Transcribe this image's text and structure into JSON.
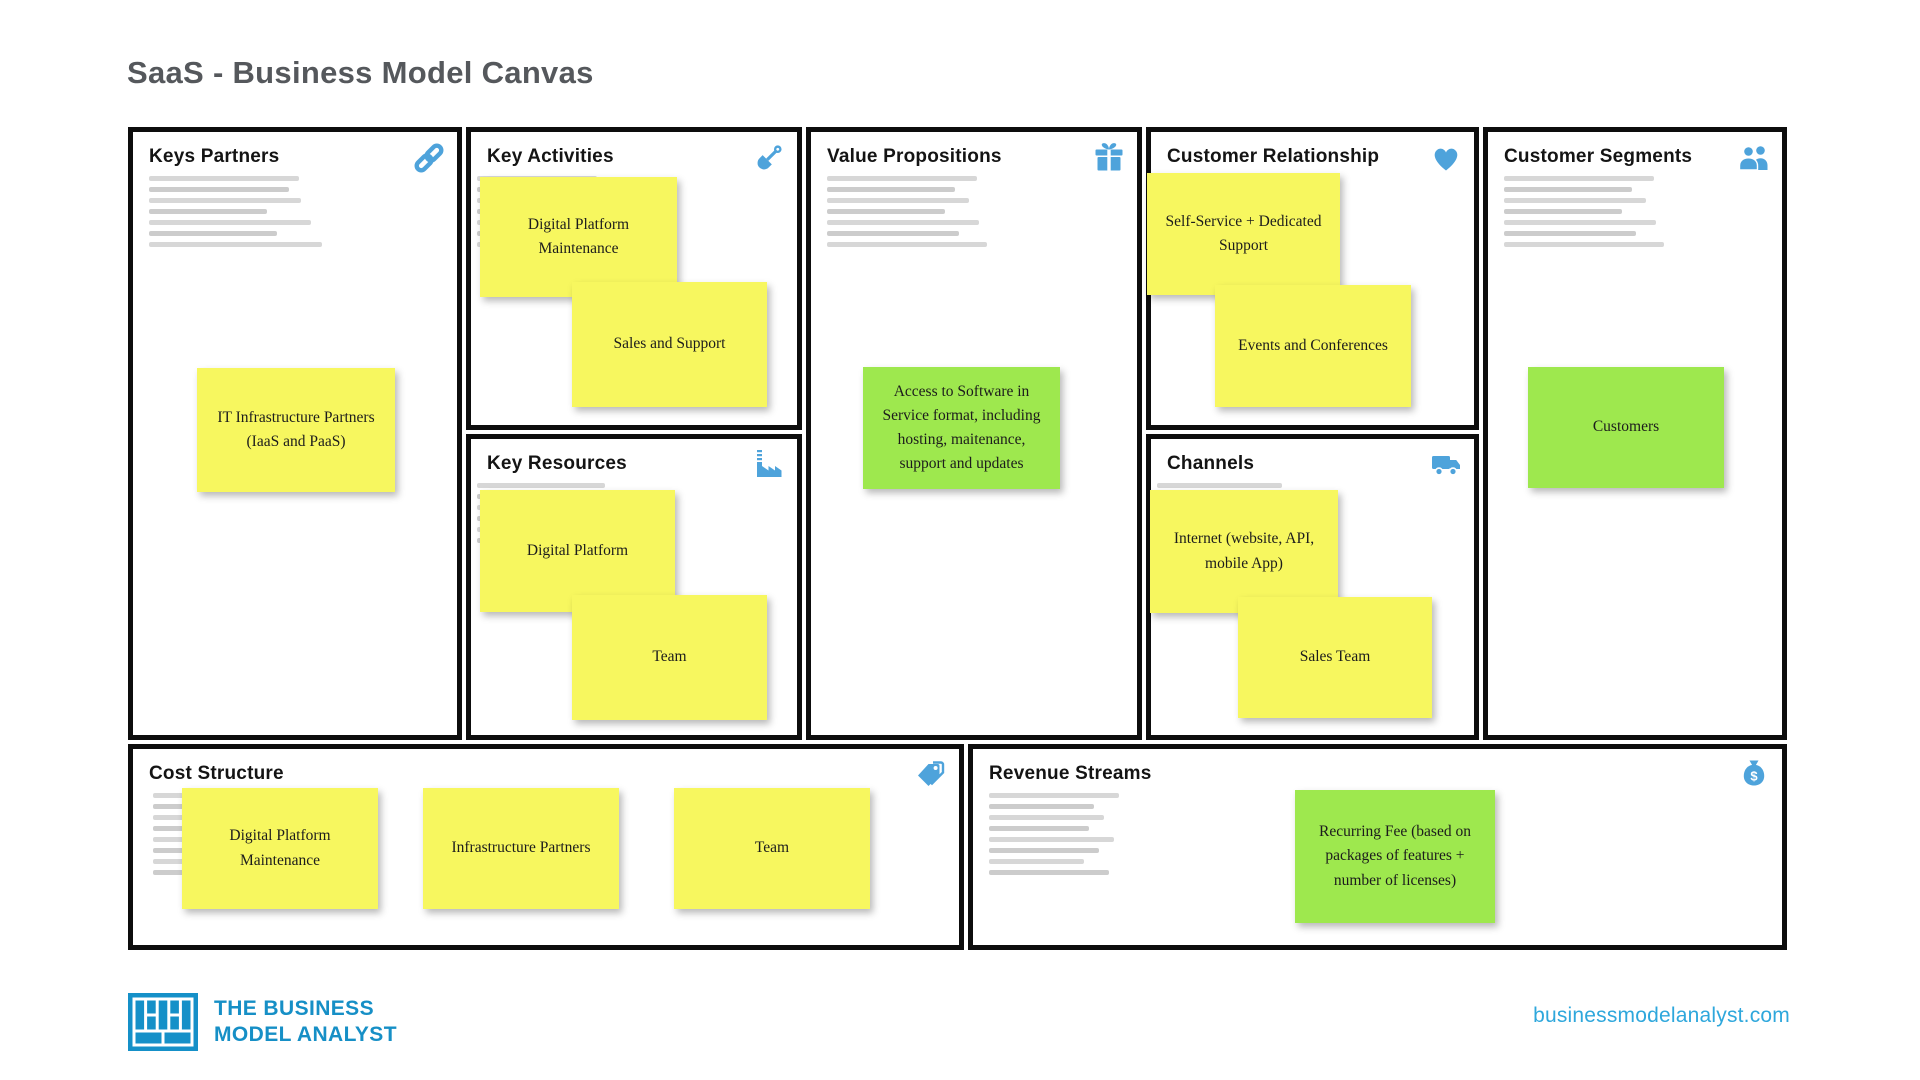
{
  "title": "SaaS - Business Model Canvas",
  "sections": [
    {
      "title": "Keys Partners",
      "icon": "link"
    },
    {
      "title": "Key Activities",
      "icon": "shovel"
    },
    {
      "title": "Key Resources",
      "icon": "factory"
    },
    {
      "title": "Value Propositions",
      "icon": "gift"
    },
    {
      "title": "Customer Relationship",
      "icon": "heart"
    },
    {
      "title": "Channels",
      "icon": "truck"
    },
    {
      "title": "Customer Segments",
      "icon": "people"
    },
    {
      "title": "Cost Structure",
      "icon": "price-tags"
    },
    {
      "title": "Revenue Streams",
      "icon": "money-bag"
    }
  ],
  "notes": [
    {
      "section": "Keys Partners",
      "color": "yellow",
      "text": "IT Infrastructure Partners (IaaS and PaaS)"
    },
    {
      "section": "Key Activities",
      "color": "yellow",
      "text": "Digital Platform Maintenance"
    },
    {
      "section": "Key Activities",
      "color": "yellow",
      "text": "Sales and Support"
    },
    {
      "section": "Key Resources",
      "color": "yellow",
      "text": "Digital Platform"
    },
    {
      "section": "Key Resources",
      "color": "yellow",
      "text": "Team"
    },
    {
      "section": "Value Propositions",
      "color": "green",
      "text": "Access to Software in Service format, including hosting, maitenance, support and updates"
    },
    {
      "section": "Customer Relationship",
      "color": "yellow",
      "text": "Self-Service + Dedicated Support"
    },
    {
      "section": "Customer Relationship",
      "color": "yellow",
      "text": "Events and Conferences"
    },
    {
      "section": "Channels",
      "color": "yellow",
      "text": "Internet (website, API, mobile App)"
    },
    {
      "section": "Channels",
      "color": "yellow",
      "text": "Sales Team"
    },
    {
      "section": "Customer Segments",
      "color": "green",
      "text": "Customers"
    },
    {
      "section": "Cost Structure",
      "color": "yellow",
      "text": "Digital Platform Maintenance"
    },
    {
      "section": "Cost Structure",
      "color": "yellow",
      "text": "Infrastructure Partners"
    },
    {
      "section": "Cost Structure",
      "color": "yellow",
      "text": "Team"
    },
    {
      "section": "Revenue Streams",
      "color": "green",
      "text": "Recurring Fee (based on packages of features + number of licenses)"
    }
  ],
  "footer": {
    "brand_line1": "THE BUSINESS",
    "brand_line2": "MODEL ANALYST",
    "website": "businessmodelanalyst.com"
  },
  "colors": {
    "note_yellow": "#f7f75f",
    "note_green": "#9ee84e",
    "icon_blue": "#4ea3db",
    "brand_blue": "#168fc6",
    "link_blue": "#2ea7dc"
  }
}
